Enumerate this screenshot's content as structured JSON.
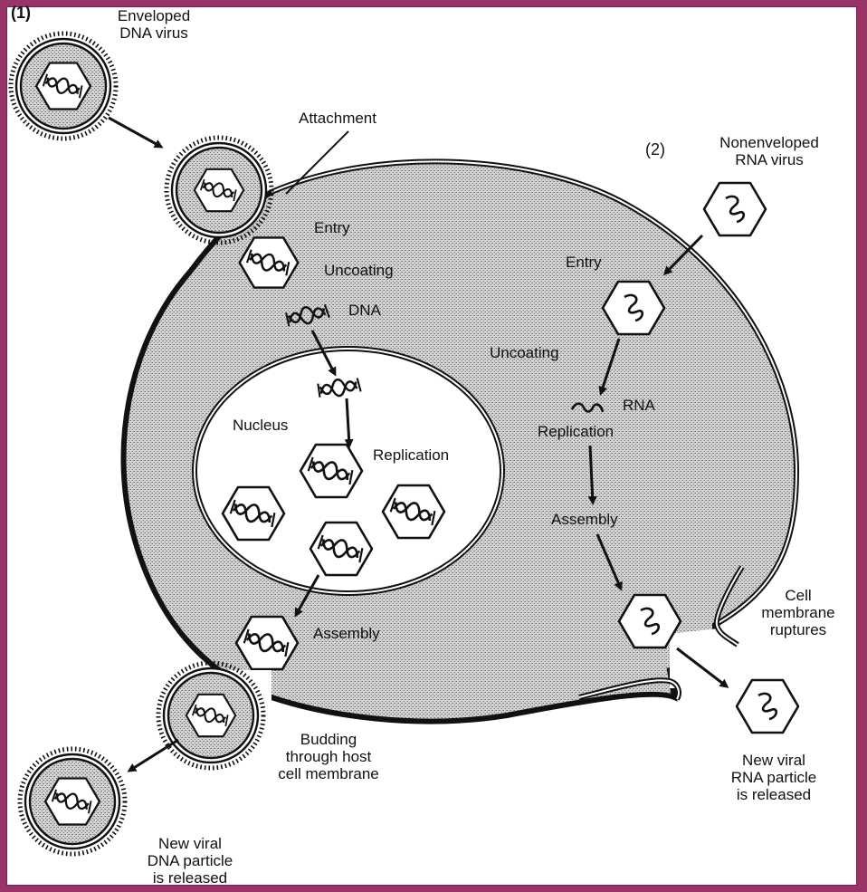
{
  "colors": {
    "border": "#9a3366",
    "background": "#ffffff",
    "cytoplasm": "#c9c9c9",
    "ink": "#111111"
  },
  "pathway_1": {
    "number": "(1)",
    "virus_label": "Enveloped\nDNA virus",
    "steps": {
      "attachment": "Attachment",
      "entry": "Entry",
      "uncoating": "Uncoating",
      "dna": "DNA",
      "nucleus": "Nucleus",
      "replication": "Replication",
      "assembly": "Assembly",
      "budding": "Budding\nthrough host\ncell membrane",
      "release": "New viral\nDNA particle\nis released"
    }
  },
  "pathway_2": {
    "number": "(2)",
    "virus_label": "Nonenveloped\nRNA virus",
    "steps": {
      "entry": "Entry",
      "uncoating": "Uncoating",
      "rna": "RNA",
      "replication": "Replication",
      "assembly": "Assembly",
      "rupture": "Cell\nmembrane\nruptures",
      "release": "New viral\nRNA particle\nis released"
    }
  }
}
